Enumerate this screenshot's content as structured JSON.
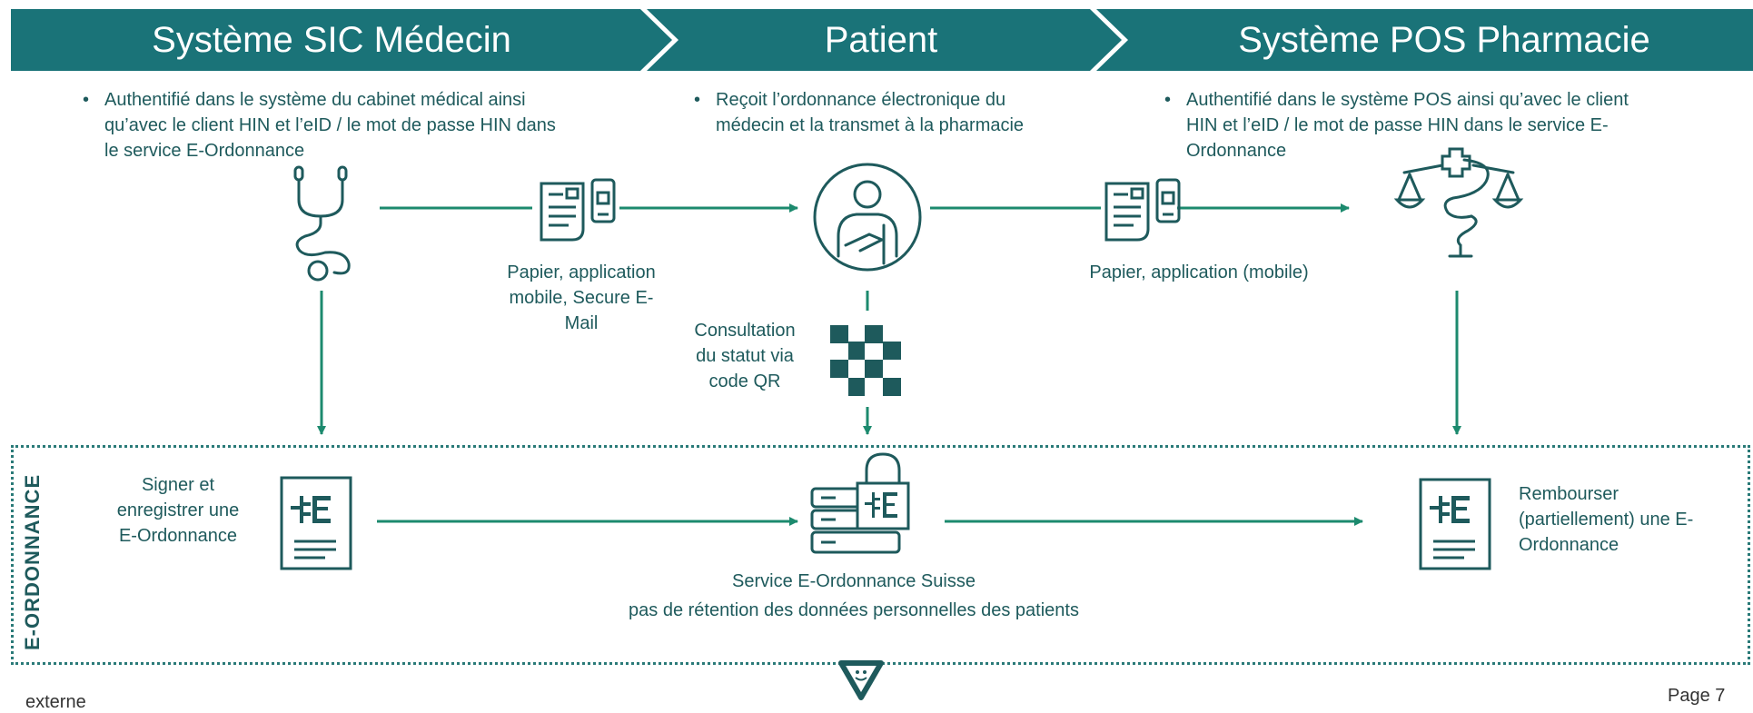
{
  "process": {
    "steps": [
      {
        "title": "Système SIC Médecin"
      },
      {
        "title": "Patient"
      },
      {
        "title": "Système POS Pharmacie"
      }
    ]
  },
  "notes": {
    "doctor": [
      "Authentifié dans le système du cabinet médical ainsi",
      "qu’avec le client HIN et l’eID / le mot de passe HIN dans",
      "le service E-Ordonnance"
    ],
    "patient": [
      "Reçoit l’ordonnance électronique du",
      "médecin et la transmet à la pharmacie"
    ],
    "pharmacy": [
      "Authentifié dans le système POS ainsi qu’avec le client",
      "HIN et l’eID / le mot de passe HIN dans le service E-",
      "Ordonnance"
    ]
  },
  "captions": {
    "channel_left": [
      "Papier, application",
      "mobile, Secure E-",
      "Mail"
    ],
    "channel_right": "Papier, application (mobile)",
    "status_check": [
      "Consultation",
      "du statut via",
      "code QR"
    ]
  },
  "lane": {
    "brand": "E-ORDONNANCE",
    "sign": [
      "Signer et",
      "enregistrer une",
      "E-Ordonnance"
    ],
    "service": "Service E-Ordonnance Suisse",
    "privacy": "pas de rétention des données personnelles des patients",
    "reimburse": [
      "Rembourser",
      "(partiellement) une E-",
      "Ordonnance"
    ]
  },
  "footer": {
    "classification": "externe",
    "page": "Page 7"
  },
  "icons": [
    "stethoscope-icon",
    "prescription-document-icon",
    "patient-icon",
    "qr-code-icon",
    "pharmacy-scale-icon",
    "e-ordonnance-document-icon",
    "server-lock-icon",
    "logo-icon"
  ],
  "colors": {
    "header": "#1a7378",
    "arrow": "#1c8a6e",
    "icon": "#1e5a5c"
  }
}
